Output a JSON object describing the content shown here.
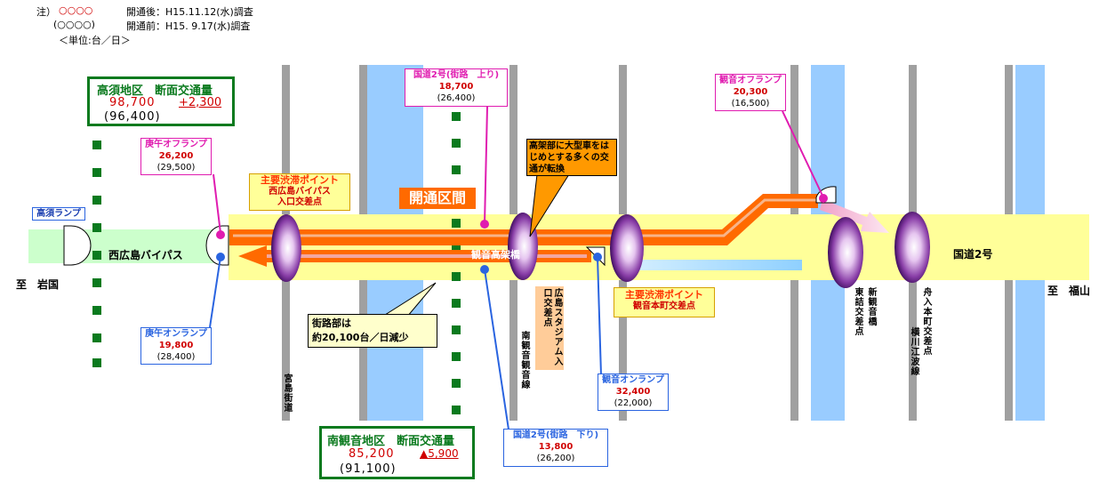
{
  "notes": {
    "prefix": "注）",
    "after_marks": "○○○○",
    "after_text": "開通後：H15.11.12(水)調査",
    "before_marks": "(○○○○)",
    "before_text": "開通前：H15. 9.17(水)調査",
    "unit": "＜単位:台／日＞"
  },
  "sections": {
    "takasu": {
      "title": "高須地区　断面交通量",
      "after": "98,700",
      "diff": "+2,300",
      "before": "(96,400)"
    },
    "minami_kannon": {
      "title": "南観音地区　断面交通量",
      "after": "85,200",
      "diff": "▲5,900",
      "before": "(91,100)"
    }
  },
  "ramps": {
    "takasu": "高須ランプ",
    "koi_off": {
      "name": "庚午オフランプ",
      "after": "26,200",
      "before": "(29,500)"
    },
    "koi_on": {
      "name": "庚午オンランプ",
      "after": "19,800",
      "before": "(28,400)"
    },
    "kannon_off": {
      "name": "観音オフランプ",
      "after": "20,300",
      "before": "(16,500)"
    },
    "kannon_on": {
      "name": "観音オンランプ",
      "after": "32,400",
      "before": "(22,000)"
    }
  },
  "route2_up": {
    "name": "国道2号(街路　上り)",
    "after": "18,700",
    "before": "(26,400)"
  },
  "route2_down": {
    "name": "国道2号(街路　下り)",
    "after": "13,800",
    "before": "(26,200)"
  },
  "callouts": {
    "main_point_1": {
      "title": "主要渋滞ポイント",
      "sub1": "西広島バイパス",
      "sub2": "入口交差点"
    },
    "main_point_2": {
      "title": "主要渋滞ポイント",
      "sub1": "観音本町交差点"
    },
    "opened_section": "開通区間",
    "elevated_note": "高架部に大型車をはじめとする多くの交通が転換",
    "street_note_1": "街路部は",
    "street_note_2": "約20,100台／日減少"
  },
  "road_labels": {
    "nishi_bypass": "西広島バイパス",
    "route2": "国道2号",
    "kannon_bridge": "観音高架橋",
    "to_iwakuni": "至　岩国",
    "to_fukuyama": "至　福山"
  },
  "vertical_labels": {
    "miyajima": "宮島街道",
    "stadium": "広島スタジアム入口交差点",
    "minami_kannon_line": "南観音観音線",
    "higashi_kotsume": "東詰交差点",
    "shin_kannon": "新観音橋",
    "funairi": "舟入本町交差点",
    "eba_line": "横川江波線"
  },
  "colors": {
    "green": "#0a7a1e",
    "red": "#d00000",
    "orange": "#ff6a00",
    "river": "#99ccff",
    "bypass_band": "#ffff99",
    "takasu_band": "#ccffcc",
    "pink": "#e01cb0",
    "blue": "#2a64e0"
  }
}
